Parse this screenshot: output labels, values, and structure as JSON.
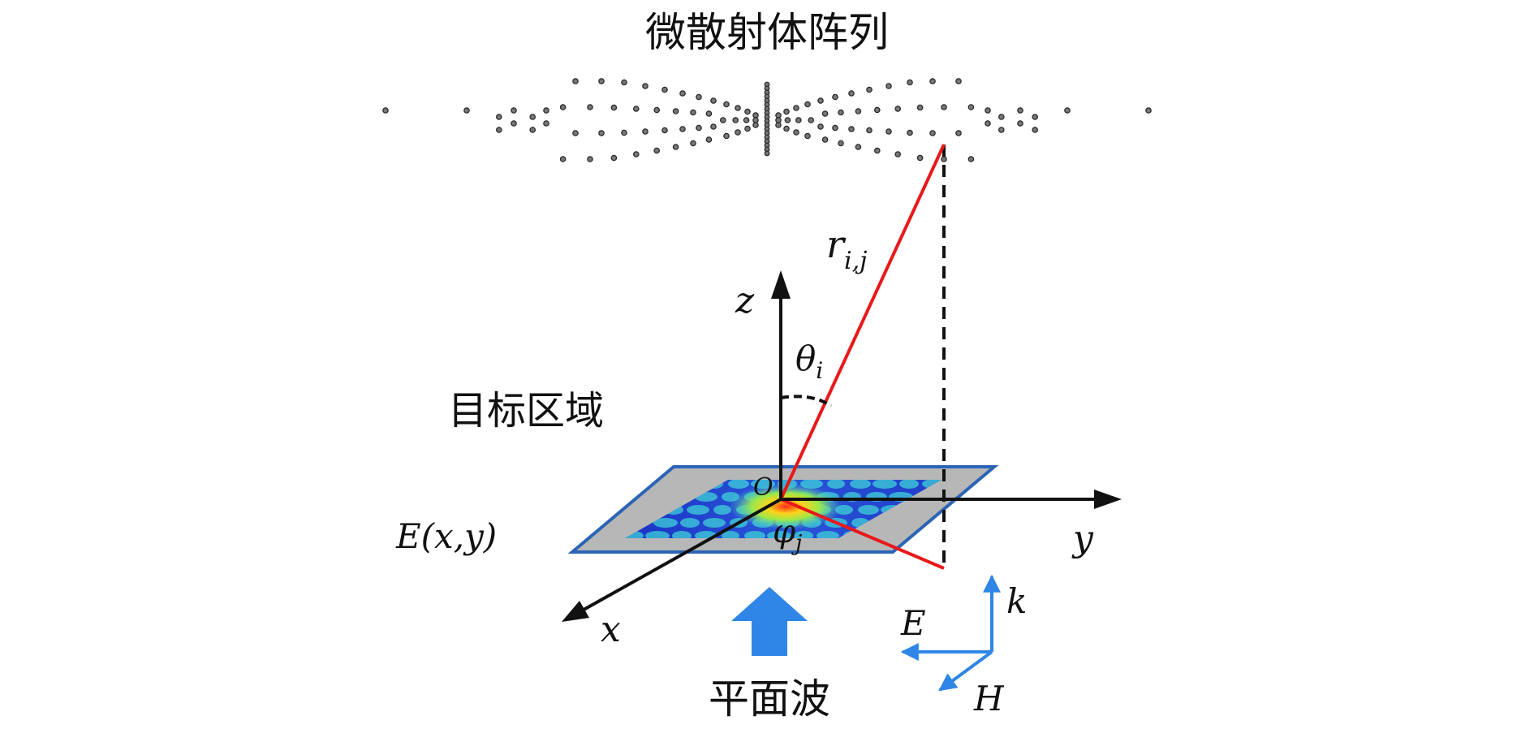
{
  "labels": {
    "array_title": "微散射体阵列",
    "target_region": "目标区域",
    "plane_wave": "平面波",
    "field": "E(x,y)",
    "range": "r",
    "range_sub": "i,j",
    "theta": "θ",
    "theta_sub": "i",
    "phi": "φ",
    "phi_sub": "j",
    "origin": "O",
    "axis_x": "x",
    "axis_y": "y",
    "axis_z": "z",
    "pol_E": "E",
    "pol_H": "H",
    "pol_k": "k"
  },
  "colors": {
    "axis": "#111111",
    "range_line": "#e8191a",
    "wave": "#2f86e6",
    "plane_fill": "#b7b7b7",
    "plane_edge": "#2b64b5",
    "field_low": "#1a2fc4",
    "field_high": "#3fd0d8"
  },
  "icons": {
    "wave_arrow": "up-arrow-icon",
    "scatterer": "dot-icon"
  }
}
